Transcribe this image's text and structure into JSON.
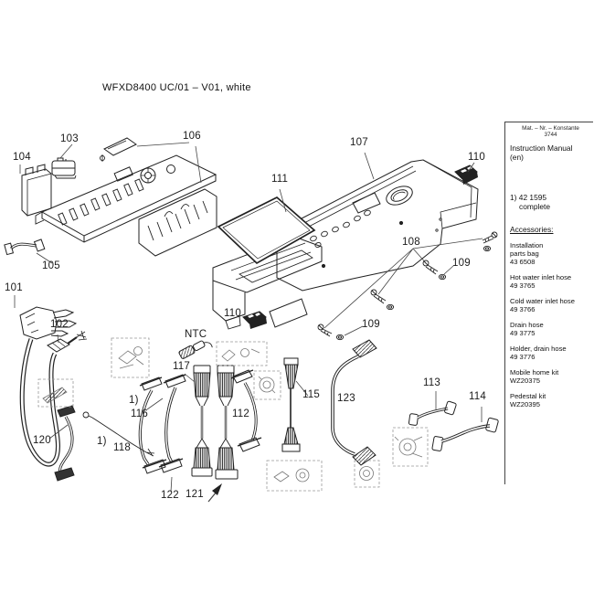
{
  "title": "WFXD8400 UC/01 – V01, white",
  "parts": {
    "101": "101",
    "102": "102",
    "103": "103",
    "104": "104",
    "105": "105",
    "106": "106",
    "107": "107",
    "108": "108",
    "109": "109",
    "110": "110",
    "111": "111",
    "112": "112",
    "113": "113",
    "114": "114",
    "115": "115",
    "116": "116",
    "117": "117",
    "118": "118",
    "120": "120",
    "121": "121",
    "122": "122",
    "123": "123",
    "ntc": "NTC",
    "footnote": "1)"
  },
  "sidebar": {
    "header_line1": "Mat. – Nr. – Konstante",
    "header_line2": "3744",
    "manual": "Instruction Manual",
    "manual_lang": "(en)",
    "note_ref": "1)",
    "note_number": "42 1595",
    "note_word": "complete",
    "accessories_heading": "Accessories:",
    "items": [
      {
        "name": "Installation\nparts bag",
        "number": "43 6508"
      },
      {
        "name": "Hot water inlet hose",
        "number": "49 3765"
      },
      {
        "name": "Cold water inlet hose",
        "number": "49 3766"
      },
      {
        "name": "Drain hose",
        "number": "49 3775"
      },
      {
        "name": "Holder, drain hose",
        "number": "49 3776"
      },
      {
        "name": "Mobile home kit",
        "number": "WZ20375"
      },
      {
        "name": "Pedestal kit",
        "number": "WZ20395"
      }
    ]
  },
  "colors": {
    "line": "#222222",
    "detail": "#888888",
    "dark_fill": "#222222"
  }
}
